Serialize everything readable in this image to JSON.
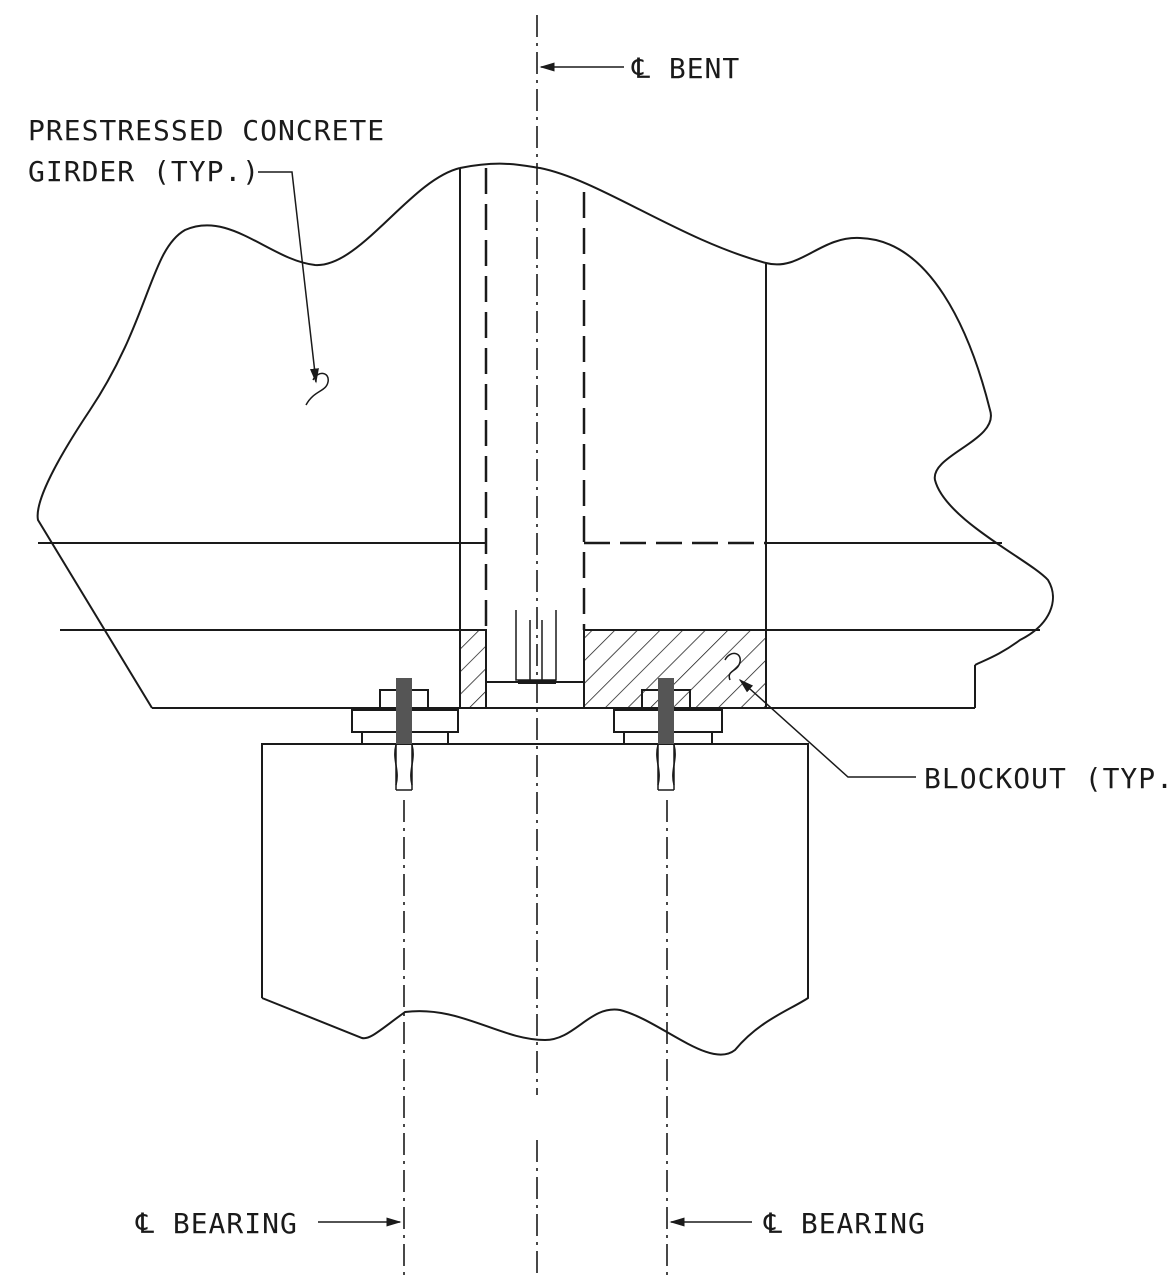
{
  "labels": {
    "girder_line1": "PRESTRESSED CONCRETE",
    "girder_line2": "GIRDER (TYP.)",
    "bent": "℄ BENT",
    "blockout": "BLOCKOUT (TYP.)",
    "bearing_left": "℄ BEARING",
    "bearing_right": "℄ BEARING"
  }
}
